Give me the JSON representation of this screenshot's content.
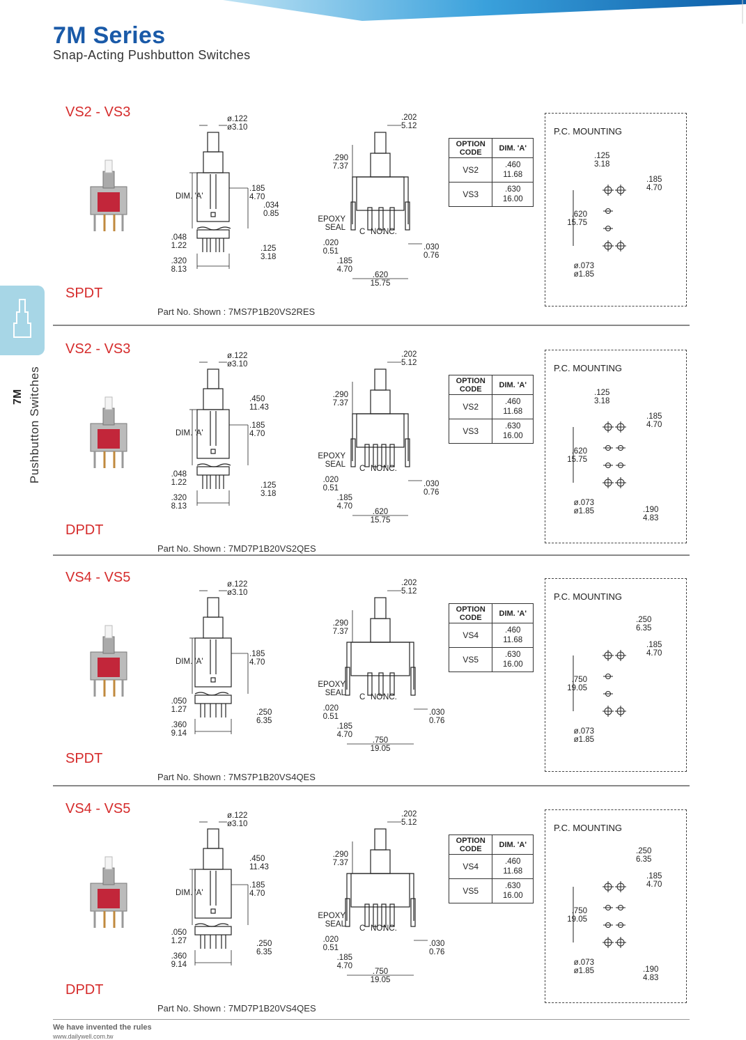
{
  "header": {
    "title": "7M Series",
    "subtitle": "Snap-Acting Pushbutton Switches",
    "brand_color": "#1a5aa8"
  },
  "sidebar": {
    "code": "7M",
    "label": "Pushbutton Switches",
    "tab_color": "#a7d6e6"
  },
  "sections": [
    {
      "range": "VS2 - VS3",
      "poles": "SPDT",
      "part_no": "Part No. Shown : 7MS7P1B20VS2RES",
      "options": [
        {
          "code": "VS2",
          "in": ".460",
          "mm": "11.68"
        },
        {
          "code": "VS3",
          "in": ".630",
          "mm": "16.00"
        }
      ]
    },
    {
      "range": "VS2 - VS3",
      "poles": "DPDT",
      "part_no": "Part No. Shown : 7MD7P1B20VS2QES",
      "options": [
        {
          "code": "VS2",
          "in": ".460",
          "mm": "11.68"
        },
        {
          "code": "VS3",
          "in": ".630",
          "mm": "16.00"
        }
      ]
    },
    {
      "range": "VS4 - VS5",
      "poles": "SPDT",
      "part_no": "Part No. Shown : 7MS7P1B20VS4QES",
      "options": [
        {
          "code": "VS4",
          "in": ".460",
          "mm": "11.68"
        },
        {
          "code": "VS5",
          "in": ".630",
          "mm": "16.00"
        }
      ]
    },
    {
      "range": "VS4 - VS5",
      "poles": "DPDT",
      "part_no": "Part No. Shown : 7MD7P1B20VS4QES",
      "options": [
        {
          "code": "VS4",
          "in": ".460",
          "mm": "11.68"
        },
        {
          "code": "VS5",
          "in": ".630",
          "mm": "16.00"
        }
      ]
    }
  ],
  "table_headers": {
    "option": "OPTION",
    "code": "CODE",
    "dim": "DIM. 'A'"
  },
  "pc_mounting_title": "P.C. MOUNTING",
  "drawing_labels": {
    "dia": "ø.122",
    "dia_mm": "ø3.10",
    "dim_a": "DIM. 'A'",
    "d185": ".185",
    "d185mm": "4.70",
    "d034": ".034",
    "d034mm": "0.85",
    "d048": ".048",
    "d048mm": "1.22",
    "d320": ".320",
    "d320mm": "8.13",
    "d125": ".125",
    "d125mm": "3.18",
    "d450": ".450",
    "d450mm": "11.43",
    "d050": ".050",
    "d050mm": "1.27",
    "d360": ".360",
    "d360mm": "9.14",
    "d250": ".250",
    "d250mm": "6.35",
    "d202": ".202",
    "d202mm": "5.12",
    "d290": ".290",
    "d290mm": "7.37",
    "epoxy": "EPOXY",
    "seal": "SEAL",
    "d020": ".020",
    "d020mm": "0.51",
    "d030": ".030",
    "d030mm": "0.76",
    "d620": ".620",
    "d620mm": "15.75",
    "d750": ".750",
    "d750mm": "19.05",
    "d073": "ø.073",
    "d073mm": "ø1.85",
    "d190": ".190",
    "d190mm": "4.83",
    "pin_c": "C",
    "pin_no": "NO.",
    "pin_nc": "NC."
  },
  "footer": {
    "tagline": "We have invented the rules",
    "url": "www.dailywell.com.tw"
  }
}
